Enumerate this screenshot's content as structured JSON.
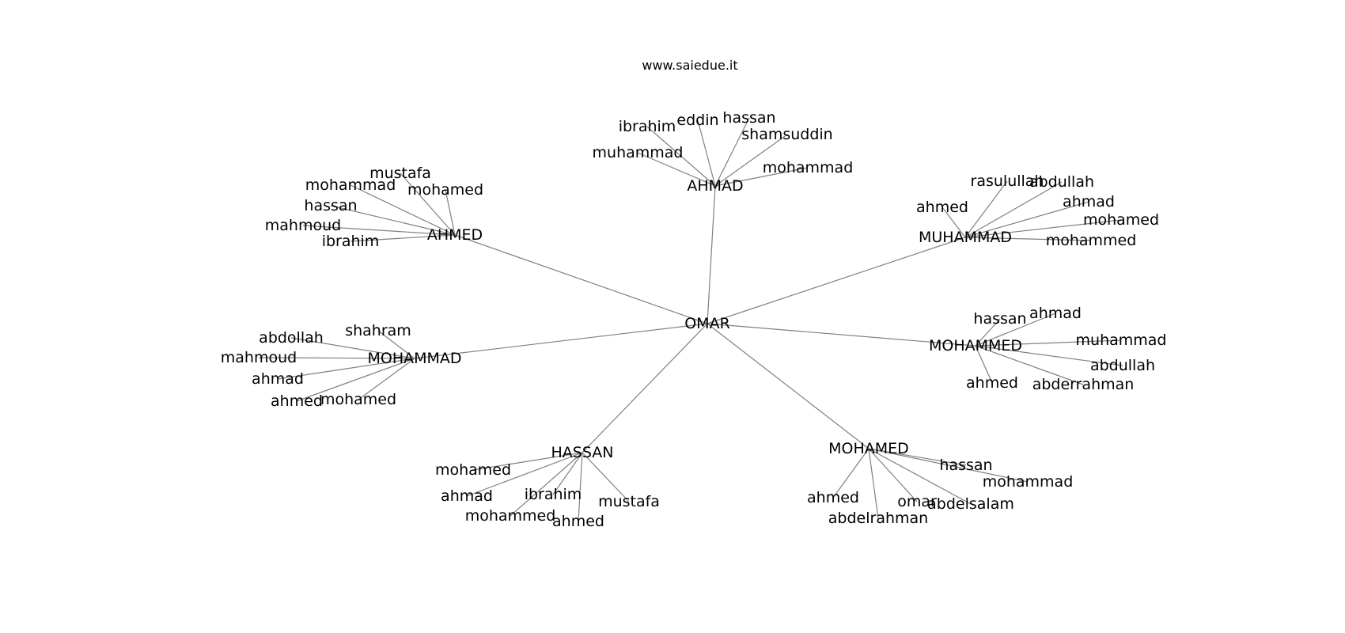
{
  "title": "www.saiedue.it",
  "colors": {
    "edge": "#808080",
    "text": "#000000",
    "background": "#ffffff"
  },
  "graph": {
    "root": "OMAR",
    "groups": [
      {
        "name": "AHMAD",
        "children": [
          "ibrahim",
          "eddin",
          "hassan",
          "shamsuddin",
          "muhammad",
          "mohammad"
        ]
      },
      {
        "name": "AHMED",
        "children": [
          "mustafa",
          "mohammad",
          "mohamed",
          "hassan",
          "mahmoud",
          "ibrahim"
        ]
      },
      {
        "name": "MUHAMMAD",
        "children": [
          "rasulullah",
          "abdullah",
          "ahmed",
          "ahmad",
          "mohamed",
          "mohammed"
        ]
      },
      {
        "name": "MOHAMMAD",
        "children": [
          "shahram",
          "abdollah",
          "mahmoud",
          "ahmad",
          "ahmed",
          "mohamed"
        ]
      },
      {
        "name": "MOHAMMED",
        "children": [
          "hassan",
          "ahmad",
          "muhammad",
          "abdullah",
          "ahmed",
          "abderrahman"
        ]
      },
      {
        "name": "HASSAN",
        "children": [
          "mohamed",
          "ahmad",
          "ibrahim",
          "mustafa",
          "mohammed",
          "ahmed"
        ]
      },
      {
        "name": "MOHAMED",
        "children": [
          "hassan",
          "mohammad",
          "ahmed",
          "omar",
          "abdelsalam",
          "abdelrahman"
        ]
      }
    ]
  }
}
